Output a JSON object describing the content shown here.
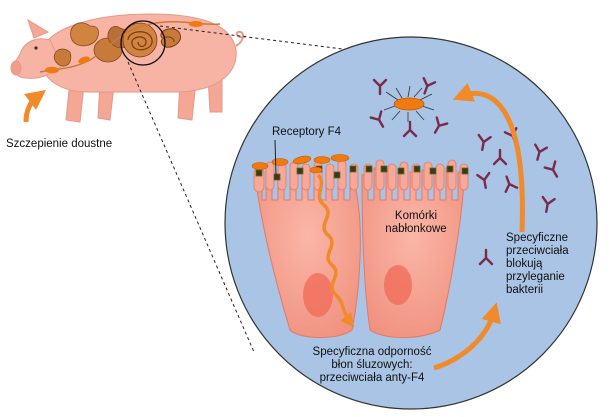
{
  "labels": {
    "oral_vaccination": "Szczepienie doustne",
    "f4_receptors": "Receptory F4",
    "epithelial_cells_line1": "Komórki",
    "epithelial_cells_line2": "nabłonkowe",
    "specific_antibodies": [
      "Specyficzne",
      "przeciwciała",
      "blokują",
      "przyleganie",
      "bakterii"
    ],
    "mucosal_immunity": [
      "Specyficzna odporność",
      "błon śluzowych:",
      "przeciwciała anty-F4"
    ]
  },
  "colors": {
    "pig_skin": "#f7b3a3",
    "pig_outline": "#e49a88",
    "organs": "#c87a3a",
    "circle_fill": "#a9c4e4",
    "circle_stroke": "#333333",
    "cell_fill": "#f59a8a",
    "cell_nucleus": "#f06a55",
    "arrow": "#f08a2a",
    "bacteria": "#f07a10",
    "receptor": "#3a3a1a",
    "antibody": "#7a2a4a"
  }
}
